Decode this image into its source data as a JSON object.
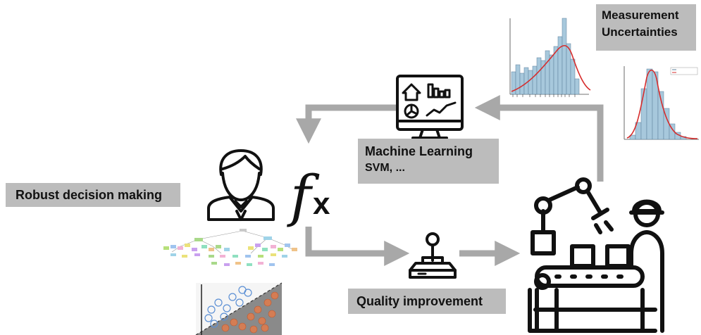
{
  "labels": {
    "robust_decision": "Robust decision making",
    "machine_learning_title": "Machine Learning",
    "machine_learning_sub": "SVM, ...",
    "quality_improvement": "Quality improvement",
    "measurement_line1": "Measurement",
    "measurement_line2": "Uncertainties",
    "function_symbol_f": "f",
    "function_symbol_x": "x"
  },
  "icons": {
    "decision_maker": "businessman-icon",
    "function": "function-fx-icon",
    "dashboard": "monitor-dashboard-icon",
    "control": "joystick-icon",
    "factory": "factory-robot-arm-icon",
    "decision_tree": "decision-tree-icon",
    "svm_plot": "svm-scatter-icon",
    "histograms": "histogram-icon"
  },
  "colors": {
    "arrow": "#a8a8a8",
    "label_bg": "#bcbcbc",
    "icon_stroke": "#111111",
    "hist_bar": "#a7c8dc",
    "hist_curve": "#d62c2c",
    "svm_blue": "#5b8fd4",
    "svm_orange": "#e07a4a",
    "svm_gray": "#8a8a8a"
  }
}
